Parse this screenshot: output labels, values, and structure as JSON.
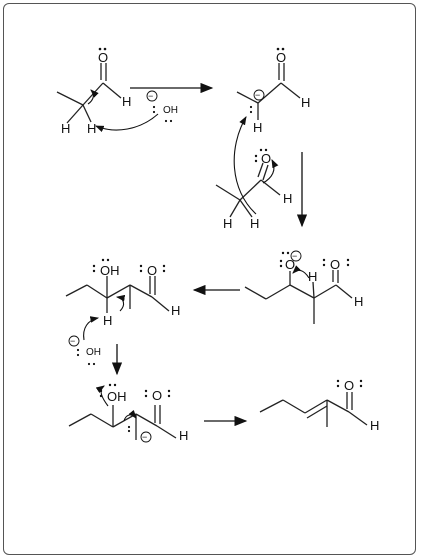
{
  "labels": {
    "oxygen": "O",
    "hydrogen": "H",
    "hydroxide": "OH",
    "hydroxyl": "OH",
    "minus": "−"
  }
}
